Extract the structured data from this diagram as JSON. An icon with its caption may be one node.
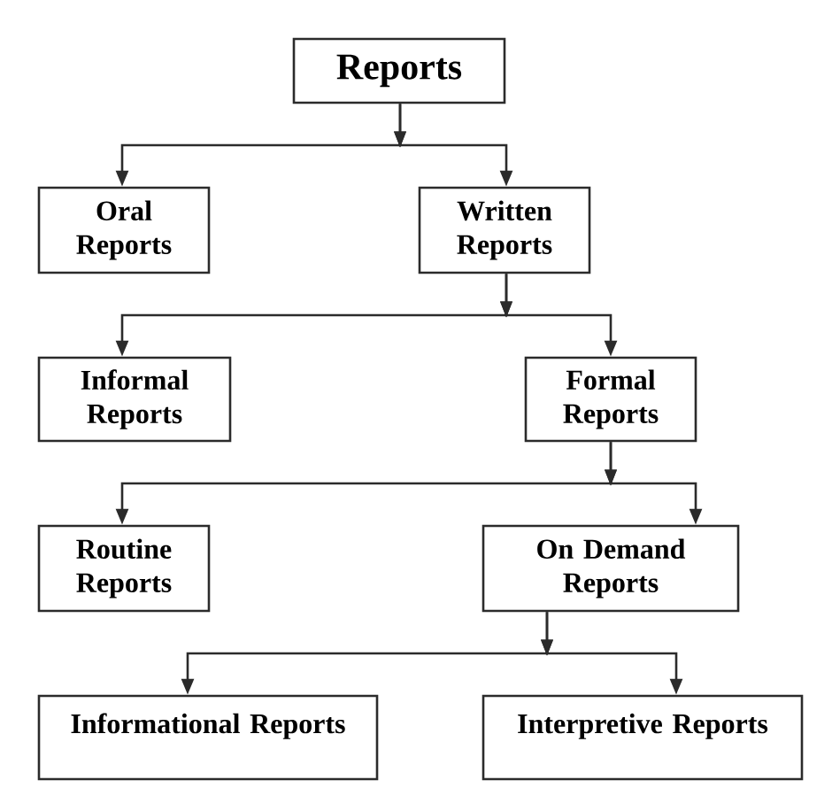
{
  "diagram": {
    "nodes": [
      {
        "text": [
          "Reports"
        ]
      },
      {
        "text": [
          "Oral Reports"
        ]
      },
      {
        "text": [
          "Written Reports"
        ]
      },
      {
        "text": [
          "Informal Reports"
        ]
      },
      {
        "text": [
          "Formal Reports"
        ]
      },
      {
        "text": [
          "Routine Reports"
        ]
      },
      {
        "text": [
          "On Demand Reports"
        ]
      },
      {
        "text": [
          "Informational Reports"
        ]
      },
      {
        "text": [
          "Interpretive Reports"
        ]
      }
    ],
    "edges": [
      {
        "from": 0,
        "to": 1,
        "arrow": "to"
      },
      {
        "from": 0,
        "to": 2,
        "arrow": "to"
      },
      {
        "from": 2,
        "to": 3,
        "arrow": "to"
      },
      {
        "from": 2,
        "to": 4,
        "arrow": "to"
      },
      {
        "from": 4,
        "to": 5,
        "arrow": "to"
      },
      {
        "from": 4,
        "to": 6,
        "arrow": "to"
      },
      {
        "from": 6,
        "to": 7,
        "arrow": "to"
      },
      {
        "from": 6,
        "to": 8,
        "arrow": "to"
      }
    ]
  }
}
